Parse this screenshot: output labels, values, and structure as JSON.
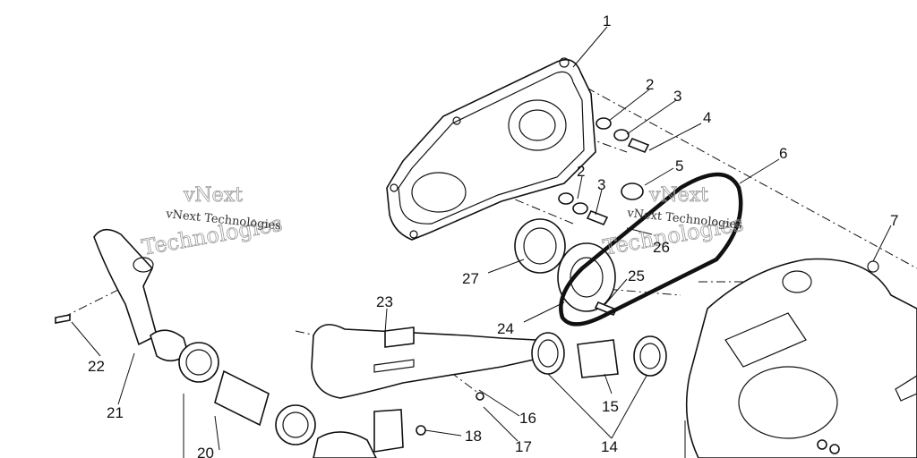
{
  "watermarks": [
    {
      "line1": "vNext",
      "line2": "Technologies",
      "small": "vNext Technologies"
    },
    {
      "line1": "vNext",
      "line2": "Technologies",
      "small": "vNext Technologies"
    }
  ],
  "callouts": {
    "c1": "1",
    "c2a": "2",
    "c3a": "3",
    "c4": "4",
    "c5": "5",
    "c6": "6",
    "c7": "7",
    "c2b": "2",
    "c3b": "3",
    "c26": "26",
    "c27": "27",
    "c25": "25",
    "c24": "24",
    "c23": "23",
    "c22": "22",
    "c21": "21",
    "c20": "20",
    "c16": "16",
    "c15": "15",
    "c18": "18",
    "c17": "17",
    "c14": "14"
  }
}
